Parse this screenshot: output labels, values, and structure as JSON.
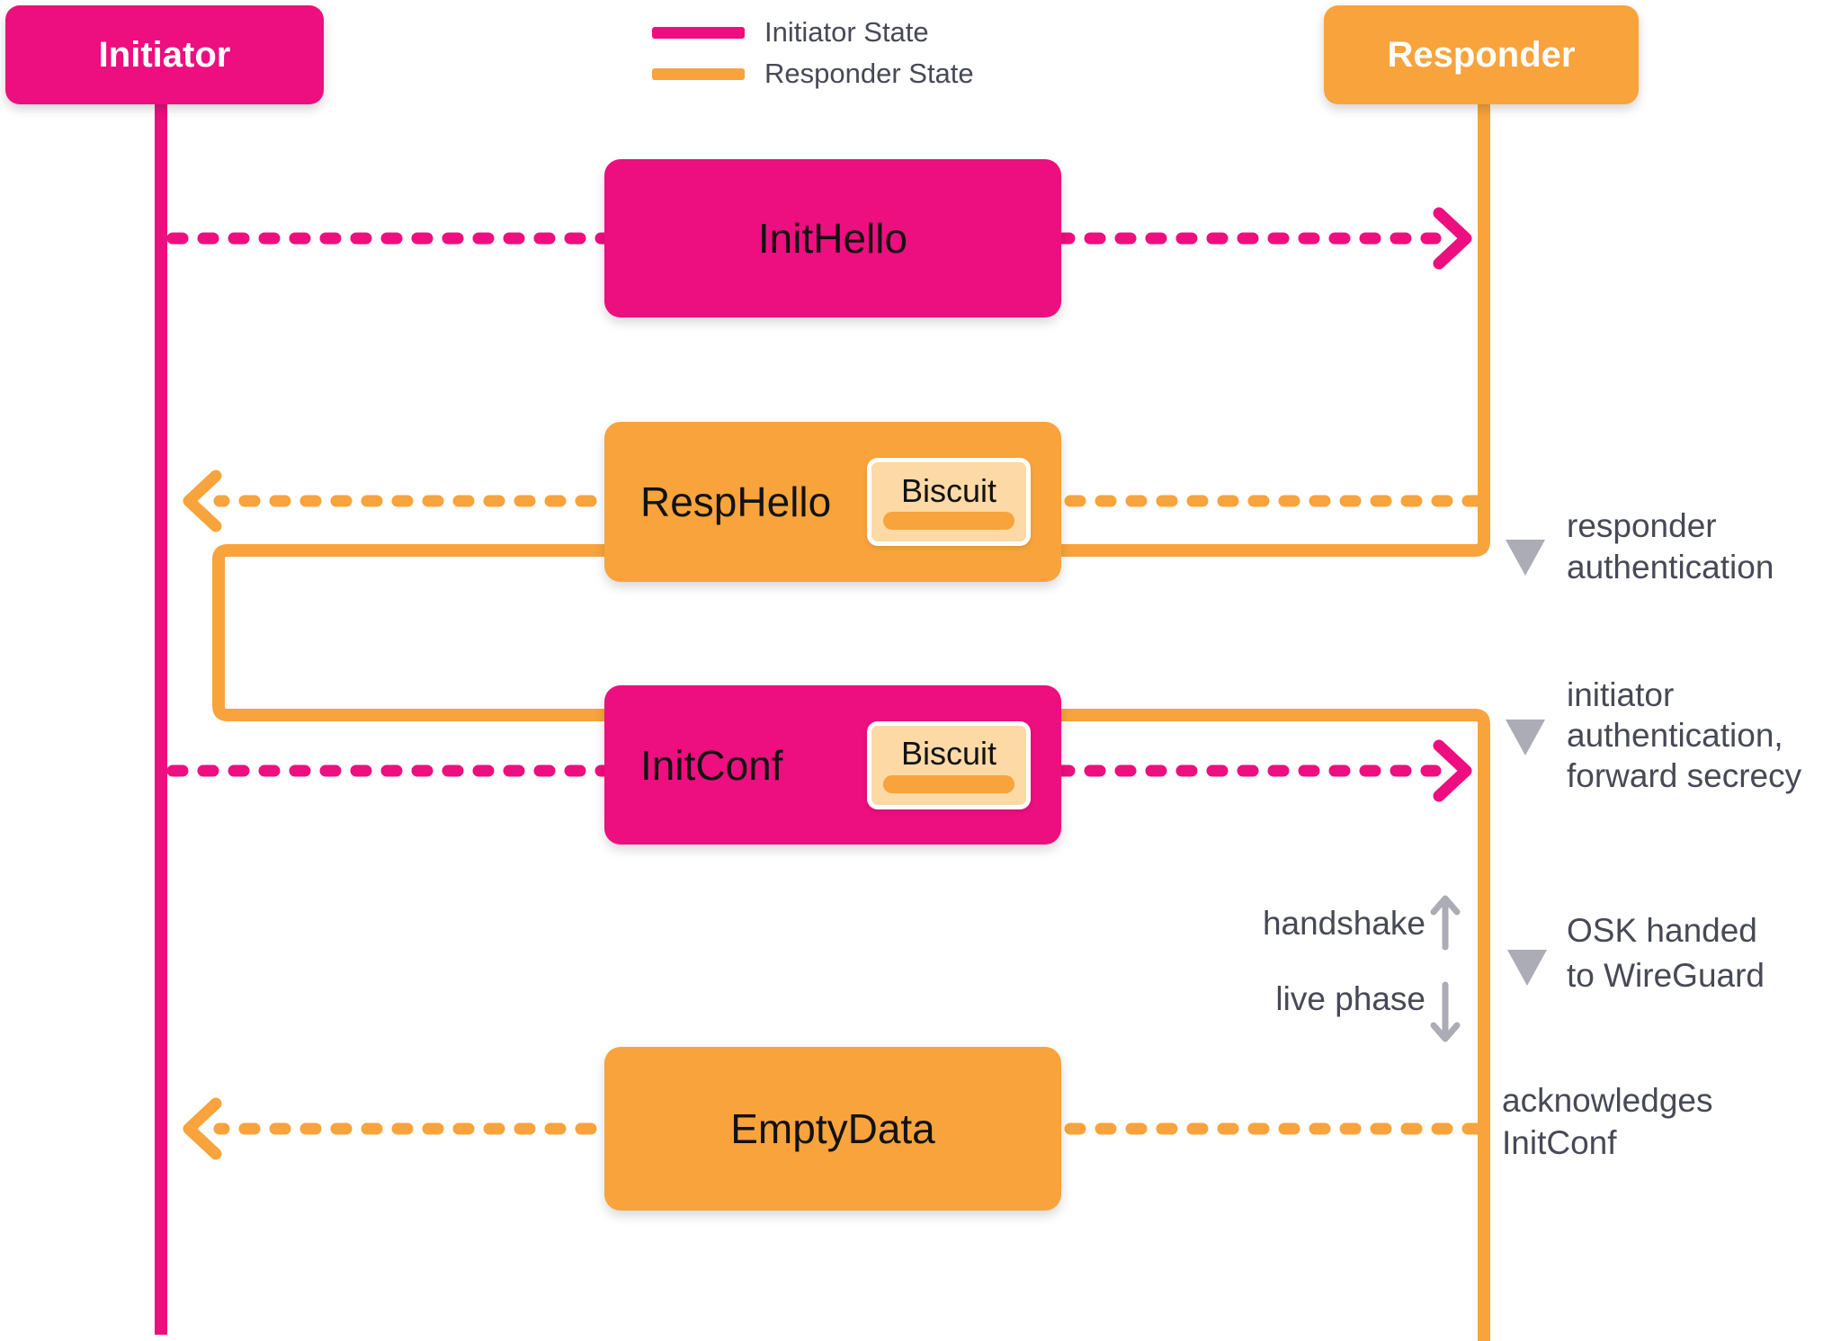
{
  "actors": {
    "initiator": "Initiator",
    "responder": "Responder"
  },
  "legend": {
    "items": [
      {
        "label": "Initiator State",
        "color": "#ED0E7F"
      },
      {
        "label": "Responder State",
        "color": "#F8A33C"
      }
    ]
  },
  "messages": [
    {
      "label": "InitHello",
      "direction": "initiator-to-responder"
    },
    {
      "label": "RespHello",
      "direction": "responder-to-initiator",
      "biscuit": "Biscuit"
    },
    {
      "label": "InitConf",
      "direction": "initiator-to-responder",
      "biscuit": "Biscuit"
    },
    {
      "label": "EmptyData",
      "direction": "responder-to-initiator"
    }
  ],
  "annotations": [
    {
      "lines": [
        "responder",
        "authentication"
      ],
      "marker": "triangle-down"
    },
    {
      "lines": [
        "initiator",
        "authentication,",
        "forward secrecy"
      ],
      "marker": "triangle-down"
    },
    {
      "lines": [
        "OSK handed",
        "to WireGuard"
      ],
      "marker": "triangle-down"
    },
    {
      "lines": [
        "acknowledges",
        "InitConf"
      ],
      "marker": "none"
    }
  ],
  "phase": {
    "handshake": "handshake",
    "live": "live phase"
  },
  "colors": {
    "initiator_pink": "#ED0E7F",
    "responder_orange": "#F8A33C",
    "biscuit_peach": "#FCD9A5",
    "annotation_gray": "#ABACB5",
    "text_dark": "#474955",
    "label_black": "#121212"
  }
}
